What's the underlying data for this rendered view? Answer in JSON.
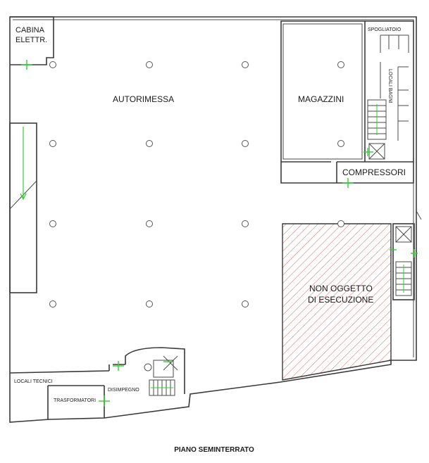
{
  "title": "PIANO SEMINTERRATO",
  "rooms": {
    "cabina_line1": "CABINA",
    "cabina_line2": "ELETTR.",
    "autorimessa": "AUTORIMESSA",
    "magazzini": "MAGAZZINI",
    "spogliatoio": "SPOGLIATOIO",
    "locali_bagni": "LOCALI BAGNI",
    "compressori": "COMPRESSORI",
    "non_oggetto_line1": "NON OGGETTO",
    "non_oggetto_line2": "DI ESECUZIONE",
    "locali_tecnici": "LOCALI TECNICI",
    "trasformatori": "TRASFORMATORI",
    "disimpegno": "DISIMPEGNO"
  },
  "colors": {
    "walls": "#3a3a3a",
    "doors": "#2fd12f",
    "hatch": "#d98080"
  }
}
